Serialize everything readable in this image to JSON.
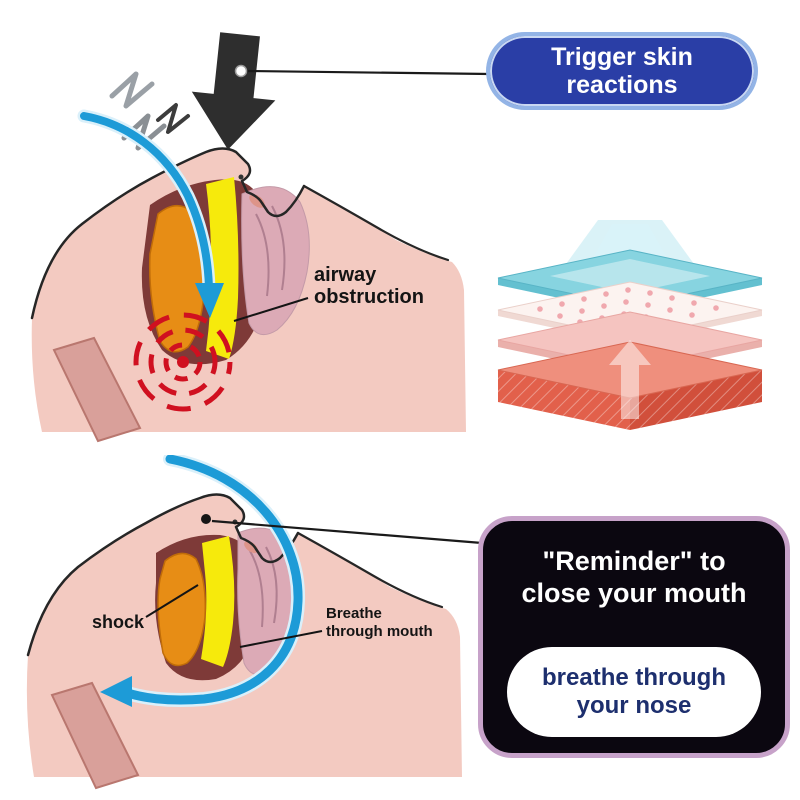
{
  "top_diagram": {
    "callout": "Trigger skin reactions",
    "airway_obstruction_label": "airway obstruction"
  },
  "bottom_diagram": {
    "shock_label": "shock",
    "breathe_through_mouth_label": "Breathe through mouth",
    "reminder_title": "\"Reminder\" to close your mouth",
    "reminder_pill": "breathe through your nose"
  },
  "icons": {
    "pressure_arrow": "down-arrow",
    "airflow_in": "curved-arrow-into-airway",
    "airflow_out": "curved-arrow-out-of-mouth",
    "vibration": "ripple-rings",
    "snore_marks": "zigzag-lines",
    "skin_patch": "layered-sheets",
    "patch_arrow": "up-arrow"
  },
  "colors": {
    "callout_bg": "#2a3ea6",
    "callout_border": "#93b4e6",
    "callout_text": "#ffffff",
    "reminder_bg": "#0b0710",
    "reminder_border": "#c7a2c9",
    "reminder_text": "#ffffff",
    "pill_bg": "#ffffff",
    "pill_text": "#1d2f6e",
    "airflow_blue": "#1d9bd7",
    "tongue_orange": "#e78d15",
    "airway_yellow": "#f6ea0c",
    "cavity_maroon": "#7e3a38",
    "skin_pink": "#f3cac1",
    "palate_pink": "#dcaab6",
    "vibration_red": "#d01020",
    "pressure_arrow_black": "#2e2e2e"
  }
}
